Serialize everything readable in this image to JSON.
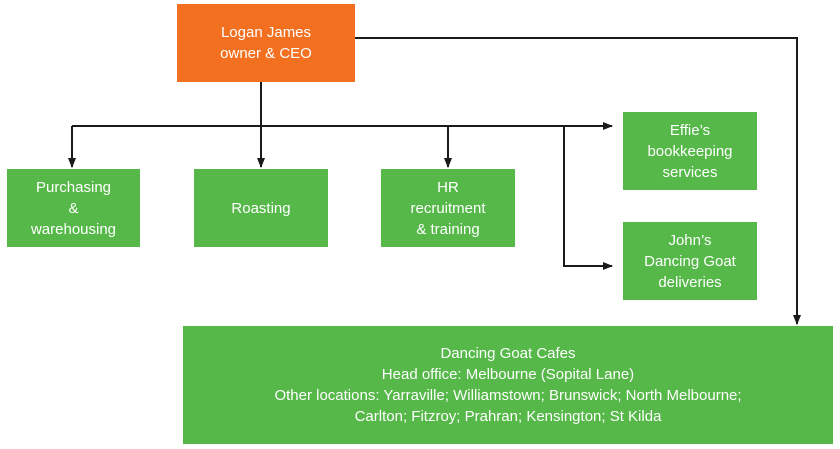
{
  "nodes": {
    "ceo": {
      "lines": [
        "Logan James",
        "owner & CEO"
      ],
      "color": "#f37021"
    },
    "purchasing": {
      "lines": [
        "Purchasing",
        "&",
        "warehousing"
      ],
      "color": "#55b848"
    },
    "roasting": {
      "lines": [
        "Roasting"
      ],
      "color": "#55b848"
    },
    "hr": {
      "lines": [
        "HR",
        "recruitment",
        "& training"
      ],
      "color": "#55b848"
    },
    "effie": {
      "lines": [
        "Effie’s",
        "bookkeeping",
        "services"
      ],
      "color": "#55b848"
    },
    "john": {
      "lines": [
        "John’s",
        "Dancing Goat",
        "deliveries"
      ],
      "color": "#55b848"
    },
    "cafes": {
      "lines": [
        "Dancing Goat Cafes",
        "Head office: Melbourne (Sopital Lane)",
        "Other locations: Yarraville; Williamstown; Brunswick; North Melbourne;",
        "Carlton; Fitzroy; Prahran; Kensington; St Kilda"
      ],
      "color": "#55b848"
    }
  },
  "connector_color": "#1a1a1a"
}
